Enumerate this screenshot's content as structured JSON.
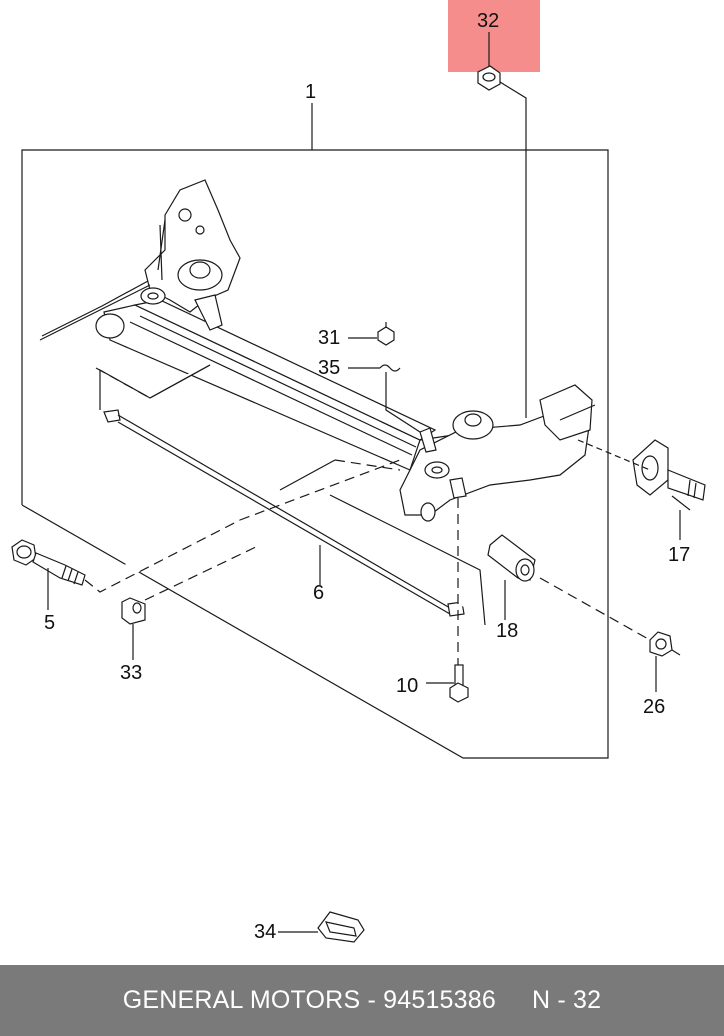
{
  "highlight": {
    "color": "#f58d8d",
    "part": "32"
  },
  "callouts": {
    "c32": "32",
    "c1": "1",
    "c31": "31",
    "c35": "35",
    "c17": "17",
    "c5": "5",
    "c6": "6",
    "c18": "18",
    "c33": "33",
    "c10": "10",
    "c26": "26",
    "c34": "34"
  },
  "footer": {
    "brand_part": "GENERAL MOTORS - 94515386",
    "ref": "N - 32",
    "background": "#7a7a7a"
  }
}
